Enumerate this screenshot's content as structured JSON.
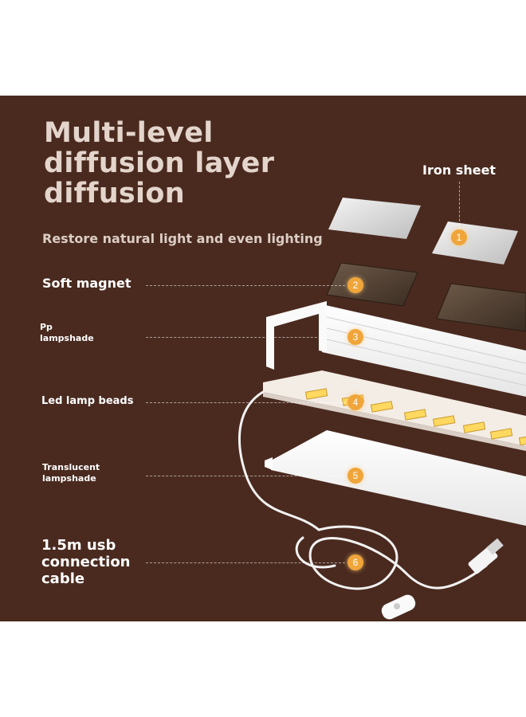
{
  "title_lines": [
    "Multi-level",
    "diffusion layer",
    "diffusion"
  ],
  "subtitle": "Restore natural light and even lighting",
  "labels": {
    "iron_sheet": "Iron sheet",
    "soft_magnet": "Soft magnet",
    "pp_lampshade": [
      "Pp",
      "lampshade"
    ],
    "led_beads": "Led lamp beads",
    "translucent_lampshade": [
      "Translucent",
      "lampshade"
    ],
    "usb_cable": [
      "1.5m usb",
      "connection",
      "cable"
    ]
  },
  "markers": [
    "1",
    "2",
    "3",
    "4",
    "5",
    "6"
  ],
  "colors": {
    "background": "#4a2a1f",
    "marker": "#f0a53a",
    "title": "#e4d5cc"
  }
}
